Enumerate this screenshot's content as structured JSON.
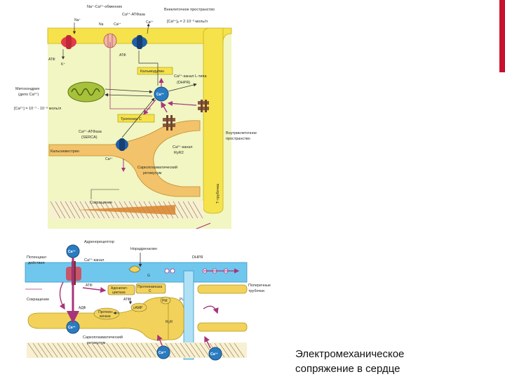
{
  "caption": {
    "line1": "Электромеханическое",
    "line2": "сопряжение в сердце"
  },
  "colors": {
    "accent": "#c8102e",
    "cytosol": "#f1f6c2",
    "membrane": "#f6e24a",
    "sr": "#f2c36a",
    "t_tubule": "#6fc7ee",
    "channel_blue": "#1f5fa8",
    "pump_red": "#e23a4a",
    "arrow": "#a7357a"
  },
  "top": {
    "exchanger": "Na⁺-Ca²⁺-обменник",
    "atpase": "Ca²⁺-АТФаза",
    "extracellular": "Внеклеточное пространство",
    "ca_outside": "[Ca²⁺]ₑ = 2·10⁻³ моль/л",
    "na1": "Na⁺",
    "na2": "Na",
    "ca1": "Ca²⁺",
    "ca2": "Ca²⁺",
    "atp1": "АТФ",
    "k": "K⁺",
    "atp2": "АТФ",
    "calmodulin": "Кальмодулин",
    "ca_channel_l": "Ca²⁺-канал L-типа",
    "dhpr": "(DHPR)",
    "mito": "Митохондрия",
    "mito2": "(депо Ca²⁺)",
    "ca_inside": "[Ca²⁺] = 10⁻⁷ - 10⁻⁶ моль/л",
    "ca_center": "Ca²⁺",
    "troponin": "Тропонин С",
    "serca": "Ca²⁺-АТФаза",
    "serca2": "(SERCA)",
    "calsequestrin": "Кальсеквестрин",
    "ca_sr": "Ca²⁺",
    "ryr": "Ca²⁺-канал",
    "ryr2": "RyR2",
    "sr": "Саркоплазматический",
    "sr2": "ретикулум",
    "intracellular": "Внутриклеточное",
    "intracellular2": "пространство",
    "contraction": "Сокращение",
    "t_tubule": "Т-трубочка"
  },
  "bottom": {
    "adrenoreceptor": "Адренорецептор",
    "norepinephrine": "Норадреналин",
    "ca_ion": "Ca²⁺",
    "action_potential": "Потенциал",
    "action_potential2": "действия",
    "ca_channel": "Ca²⁺-канал",
    "dhpr": "DHPR",
    "gs": "G",
    "ac": "Аденилат-",
    "ac2": "циклаза",
    "pkc": "Протеинкиназа",
    "pkc2": "C",
    "atp": "АТФ",
    "atp2": "АТФ",
    "adp": "АДФ",
    "pka": "Протеин-",
    "pka2": "киназа",
    "camp": "cAMP",
    "pm": "PM",
    "pl": "PL",
    "ryr": "R₂R",
    "relax": "Сокращение",
    "transverse": "Поперечные",
    "transverse2": "трубочки",
    "sr": "Саркоплазматический",
    "sr2": "ретикулум",
    "ca3": "Ca²⁺",
    "ca4": "Ca²⁺",
    "ca5": "Ca²⁺"
  }
}
